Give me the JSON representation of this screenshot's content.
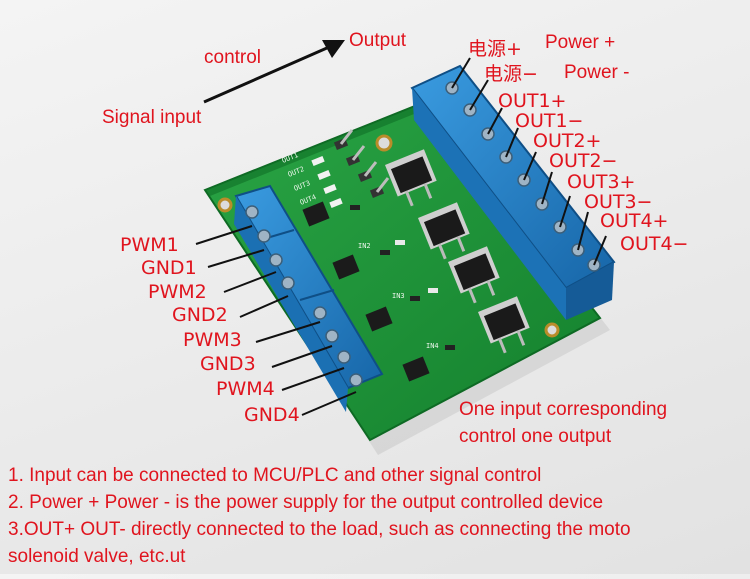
{
  "annotations": {
    "control": "control",
    "output": "Output",
    "signal_input": "Signal input",
    "power_plus_cn": "电源+",
    "power_minus_cn": "电源−",
    "power_plus": "Power +",
    "power_minus": "Power -",
    "out_labels": [
      "OUT1+",
      "OUT1−",
      "OUT2+",
      "OUT2−",
      "OUT3+",
      "OUT3−",
      "OUT4+",
      "OUT4−"
    ],
    "in_labels": [
      "PWM1",
      "GND1",
      "PWM2",
      "GND2",
      "PWM3",
      "GND3",
      "PWM4",
      "GND4"
    ],
    "one_input_line1": "One input corresponding",
    "one_input_line2": "control one output"
  },
  "board_silkscreen": {
    "out_leds": [
      "OUT1",
      "OUT2",
      "OUT3",
      "OUT4"
    ],
    "inputs": [
      "IN2",
      "IN3",
      "IN4"
    ]
  },
  "notes": [
    "1. Input can be connected to MCU/PLC and other signal control",
    "2. Power + Power - is the power supply for the output controlled device",
    "3.OUT+ OUT- directly connected to the load, such as connecting the moto",
    "solenoid valve, etc.ut"
  ],
  "colors": {
    "annotation_red": "#e0141e",
    "pcb_green": "#1f9a3a",
    "terminal_blue": "#1f7fc4"
  }
}
